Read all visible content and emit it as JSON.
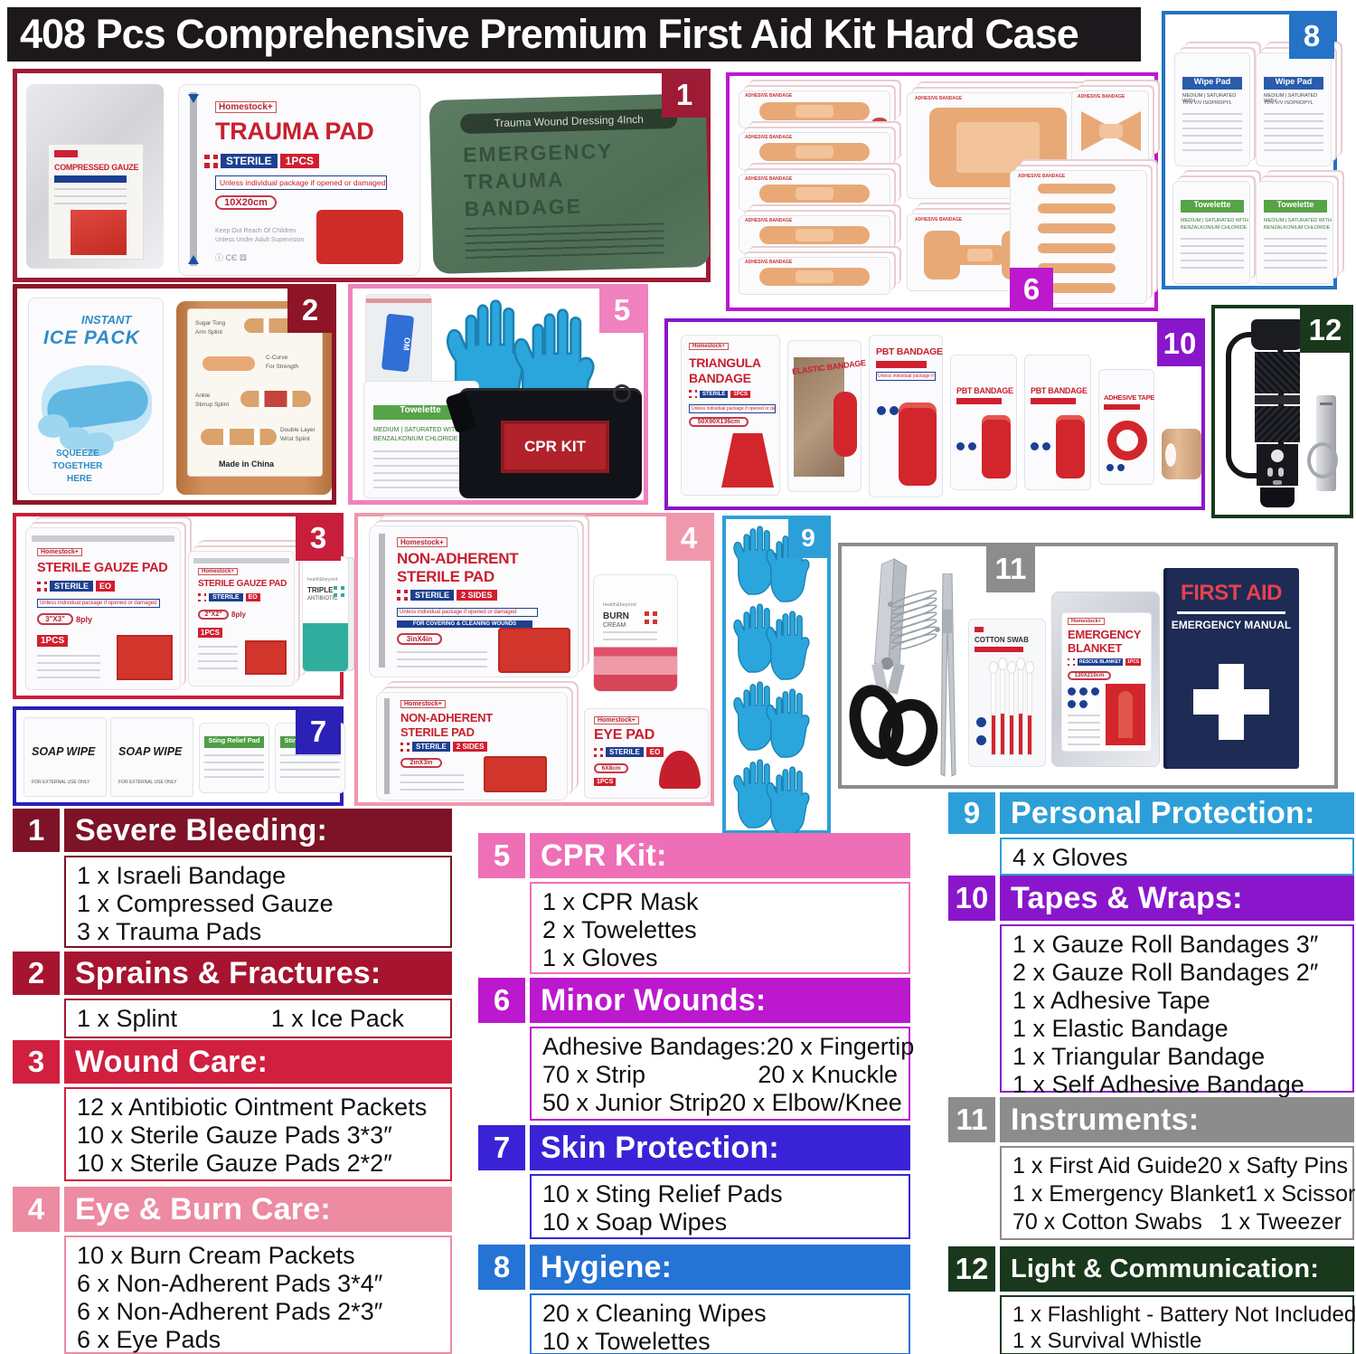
{
  "title": "408 Pcs Comprehensive Premium First Aid Kit Hard Case",
  "boxes": {
    "b1": {
      "num": "1",
      "color": "#9E1B35"
    },
    "b2": {
      "num": "2",
      "color": "#8E1428"
    },
    "b3": {
      "num": "3",
      "color": "#C81E3C"
    },
    "b4": {
      "num": "4",
      "color": "#F097AC"
    },
    "b5": {
      "num": "5",
      "color": "#EF82BE"
    },
    "b6": {
      "num": "6",
      "color": "#BC18CE"
    },
    "b7": {
      "num": "7",
      "color": "#2B21B6"
    },
    "b8": {
      "num": "8",
      "color": "#2473C6"
    },
    "b9": {
      "num": "9",
      "color": "#2D9FD8"
    },
    "b10": {
      "num": "10",
      "color": "#8A16CC"
    },
    "b11": {
      "num": "11",
      "color": "#8C8C8C"
    },
    "b12": {
      "num": "12",
      "color": "#19381C"
    }
  },
  "products": {
    "brand": "Homestock+",
    "compressed_gauze": "COMPRESSED GAUZE",
    "trauma_pad": "TRAUMA PAD",
    "sterile": "STERILE",
    "one_pcs": "1PCS",
    "pkg_note": "Unless individual package if opened or damaged",
    "trauma_size": "10X20cm",
    "keep_out": "Keep Out Reach Of Children",
    "supervision": "Unless Under Adult Supervision",
    "etb_band": "Trauma Wound Dressing  4Inch",
    "etb1": "EMERGENCY",
    "etb2": "TRAUMA",
    "etb3": "BANDAGE",
    "instant": "INSTANT",
    "ice_pack": "ICE PACK",
    "squeeze": "SQUEEZE",
    "together": "TOGETHER",
    "here": "HERE",
    "splint_r1a": "Sugar Tong",
    "splint_r1b": "Arm Splint",
    "splint_r2a": "C-Curve",
    "splint_r2b": "For Strength",
    "splint_r3a": "Ankle",
    "splint_r3b": "Stirrup Splint",
    "splint_r4a": "Double Layer",
    "splint_r4b": "Wrist Splint",
    "made_in_china": "Made in China",
    "om": "OM",
    "cpr_kit": "CPR KIT",
    "towelette": "Towelette",
    "tow_sub1": "MEDIUM | SATURATED WITH",
    "tow_sub2": "BENZALKONIUM CHLORIDE",
    "wipe_pad": "Wipe Pad",
    "wipe_sub1": "MEDIUM | SATURATED WITH",
    "wipe_sub2": "70% V/V ISOPROPYL",
    "adhesive_bandage": "ADHESIVE BANDAGE",
    "triangula": "TRIANGULA",
    "bandage_w": "BANDAGE",
    "tri_size": "50X90X136cm",
    "eo": "EO",
    "elastic": "ELASTIC BANDAGE",
    "pbt": "PBT BANDAGE",
    "adhesive_tape": "ADHESIVE TAPE",
    "gauze_pad_title": "STERILE GAUZE PAD",
    "size_3x3": "3\"X3\"",
    "ply8": "8ply",
    "size_2x2": "2\"X2\"",
    "hb": "health&beyond",
    "triple": "TRIPLE",
    "antibiotic": "ANTIBIOTIC",
    "soap_wipe": "SOAP WIPE",
    "external": "FOR EXTERNAL USE ONLY",
    "sting": "Sting Relief Pad",
    "non_adherent": "NON-ADHERENT",
    "sterile_pad": "STERILE PAD",
    "two_sides": "2 SIDES",
    "covering": "FOR COVERING & CLEANING WOUNDS",
    "size_3x4": "3inX4in",
    "size_2x3": "2inX3in",
    "burn": "BURN",
    "cream": "CREAM",
    "eye_pad": "EYE PAD",
    "eye_size": "6X8cm",
    "cotton_swab": "COTTON SWAB",
    "emergency": "EMERGENCY",
    "blanket": "BLANKET",
    "rescue_blanket": "RESCUE BLANKET",
    "blanket_size": "130X210cm",
    "first_aid": "FIRST AID",
    "emergency_manual": "EMERGENCY MANUAL"
  },
  "categories": [
    {
      "num": "1",
      "color": "#7E1226",
      "title": "Severe Bleeding:",
      "items": [
        "1 x Israeli Bandage",
        "1 x Compressed Gauze",
        "3 x Trauma Pads"
      ]
    },
    {
      "num": "2",
      "color": "#A6142F",
      "title": "Sprains & Fractures:",
      "rows": [
        [
          "1 x Splint",
          "1 x Ice Pack"
        ]
      ]
    },
    {
      "num": "3",
      "color": "#D11F3F",
      "title": "Wound Care:",
      "items": [
        "12 x Antibiotic Ointment Packets",
        "10 x Sterile Gauze Pads 3*3″",
        "10 x Sterile Gauze Pads 2*2″"
      ]
    },
    {
      "num": "4",
      "color": "#EC8BA2",
      "title": "Eye & Burn Care:",
      "items": [
        "10 x Burn Cream Packets",
        "6 x Non-Adherent Pads 3*4″",
        "6 x Non-Adherent Pads 2*3″",
        "6 x Eye Pads"
      ]
    },
    {
      "num": "5",
      "color": "#EF6FB7",
      "title": "CPR Kit:",
      "items": [
        "1 x CPR Mask",
        "2 x Towelettes",
        "1 x Gloves"
      ]
    },
    {
      "num": "6",
      "color": "#BC18CE",
      "title": "Minor Wounds:",
      "rows": [
        [
          "Adhesive Bandages:",
          "20 x Fingertip"
        ],
        [
          "70 x Strip",
          "20 x Knuckle"
        ],
        [
          "50 x Junior Strip",
          "20 x Elbow/Knee"
        ]
      ]
    },
    {
      "num": "7",
      "color": "#3A23D6",
      "title": "Skin Protection:",
      "items": [
        "10 x Sting Relief Pads",
        "10 x Soap Wipes"
      ]
    },
    {
      "num": "8",
      "color": "#2473D5",
      "title": "Hygiene:",
      "items": [
        "20 x Cleaning Wipes",
        "10 x Towelettes"
      ]
    },
    {
      "num": "9",
      "color": "#2D9FD8",
      "title": "Personal Protection:",
      "items": [
        "4 x Gloves"
      ]
    },
    {
      "num": "10",
      "color": "#8A16CC",
      "title": "Tapes & Wraps:",
      "items": [
        "1 x Gauze Roll Bandages 3″",
        "2 x Gauze Roll Bandages 2″",
        "1 x Adhesive Tape",
        "1 x Elastic Bandage",
        "1 x Triangular Bandage",
        "1 x Self Adhesive Bandage"
      ]
    },
    {
      "num": "11",
      "color": "#8C8C8C",
      "title": "Instruments:",
      "rows": [
        [
          "1 x First Aid Guide",
          "20 x Safty Pins"
        ],
        [
          "1 x Emergency Blanket",
          "1 x Scissor"
        ],
        [
          "70 x Cotton Swabs",
          "1 x Tweezer"
        ]
      ]
    },
    {
      "num": "12",
      "color": "#19381C",
      "title": "Light & Communication:",
      "items": [
        "1 x Flashlight - Battery Not Included",
        "1 x Survival Whistle"
      ]
    }
  ]
}
